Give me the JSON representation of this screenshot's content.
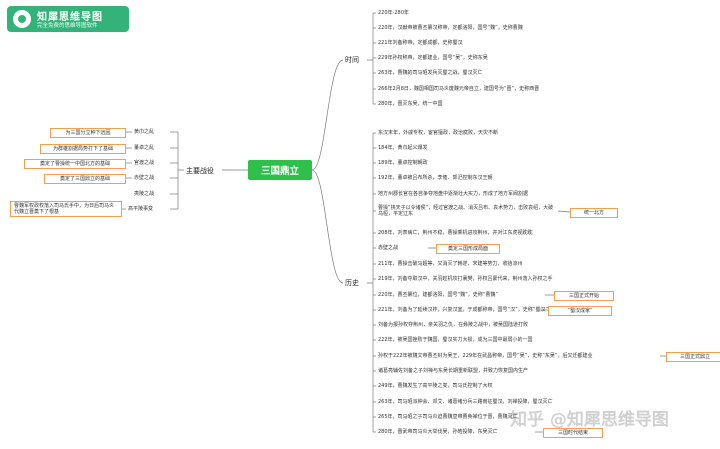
{
  "logo": {
    "title": "知犀思维导图",
    "subtitle": "完全免费的思维导图软件"
  },
  "center": "三国鼎立",
  "branches": {
    "time": "时间",
    "battle": "主要战役",
    "history": "历史"
  },
  "time_events": [
    "220年-280年",
    "220年，汉献帝被曹丕篡汉称帝，定都洛阳，国号“魏”，史称曹魏",
    "221年刘备称帝，定都成都，史称蜀汉",
    "229年孙权称帝，定都建业，国号“吴”，史称东吴",
    "263年，曹魏的司马昭发兵灭蜀之战，蜀汉灭亡",
    "266年2月8日，魏国相国司马炎废魏元帝自立，建国号为“晋”，史称西晋",
    "280年，晋灭东吴，统一中国"
  ],
  "battles": [
    "黄巾之乱",
    "董卓之乱",
    "官渡之战",
    "赤壁之战",
    "夷陵之战",
    "高平陵事变"
  ],
  "battle_notes": [
    "为三国分立种下远因",
    "为群雄割据局势打下了基础",
    "奠定了曹操统一中国北方的基础",
    "奠定了三国鼎立的基础",
    "曹魏军权政权落入司马氏手中，为日后司马炎代魏立晋奠下了根基"
  ],
  "history_events": [
    "东汉末年，外戚专权，宦官擅政，政治腐败，天灾不断",
    "184年，黄巾起义爆发",
    "189年，董卓控制朝政",
    "192年，董卓被吕布所杀，李傕、郭汜控制东汉王朝",
    "地方州郡长官在各自争夺地盘中逐渐壮大实力，形成了地方军阀割据",
    "曹操“挟天子以令诸侯”，经过官渡之战、消灭吕布、袁术势力，击败袁绍，大破乌桓，平定辽东",
    "208年，刘表病亡，荆州不稳，曹操乘机进攻荆州，并对江东虎视眈眈",
    "赤壁之战",
    "211年，曹操击破马超等，又消灭了韩遂、宋建等势力，收拾凉州",
    "219年，刘备夺取汉中，关羽趁机攻打襄樊，孙权吕蒙代来，荆州落入孙权之手",
    "220年，曹丕篡位，建都洛阳，国号“魏”，史称“曹魏”",
    "221年，刘备为了延续汉祚，兴复汉室，于成都称帝，国号“汉”，史称“蜀汉”",
    "刘备为报孙权夺荆州，亲关羽之仇，在彝陵之战中，被吴国陆逊打败",
    "222年，被吴国挫败于魏国，蜀汉实力大损，成为三国中最弱小的一国",
    "孙权于222年被魏文帝曹丕封为吴王，229年在武昌称帝，国号“吴”，史称“东吴”，后又迁都建业",
    "诸葛亮辅佐刘备之子刘禅与东吴长期重新联盟，并致力恢复国内生产",
    "249年，曹魏发生了高平陵之变，司马氏控制了大权",
    "263年，司马昭派钟会、邓艾、诸葛绪分兵三路南征蜀汉，刘禅投降，蜀汉灭亡",
    "265年，司马昭之子司马炎迫曹魏皇帝曹奂禅位于晋，曹魏灭亡",
    "280年，晋武帝司马炎大举伐吴，孙皓投降，东吴灭亡"
  ],
  "history_notes": [
    "统一北方",
    "奠定三国形成局面",
    "三国正式开始",
    "“蜀汉成家”",
    "三国正式鼎立",
    "三国时代结束"
  ],
  "watermark": "知乎 @知犀思维导图",
  "colors": {
    "center": "#2ec04a",
    "note_border": "#f0a050",
    "line": "#7a7a7a",
    "logo": "#33b37a"
  }
}
